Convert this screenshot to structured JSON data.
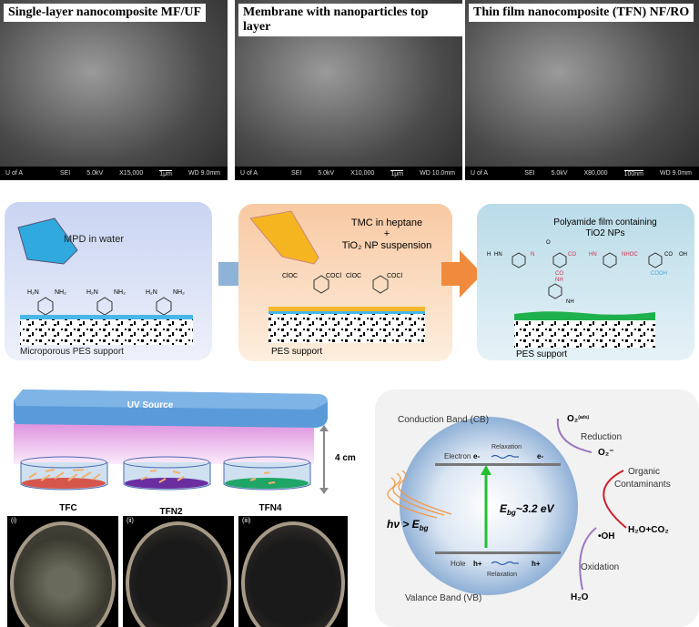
{
  "sem_panels": [
    {
      "title": "Single-layer nanocomposite MF/UF",
      "info": [
        "U of A",
        "SEI",
        "5.0kV",
        "X15,000",
        "1μm",
        "WD 9.0mm"
      ]
    },
    {
      "title": "Membrane with nanoparticles top layer",
      "info": [
        "U of A",
        "SEI",
        "5.0kV",
        "X10,000",
        "1μm",
        "WD 10.0mm"
      ]
    },
    {
      "title": "Thin film nanocomposite (TFN) NF/RO",
      "info": [
        "U of A",
        "SEI",
        "5.0kV",
        "X80,000",
        "100nm",
        "WD 9.0mm"
      ]
    }
  ],
  "synthesis": {
    "step1": {
      "title": "MPD in water",
      "support": "Microporous PES support",
      "group": "NH₂",
      "group2": "H₂N"
    },
    "step2": {
      "title_line1": "TMC in heptane",
      "plus": "+",
      "title_line2": "TiO₂ NP suspension",
      "support": "PES support",
      "group_a": "ClOC",
      "group_b": "COCl"
    },
    "step3": {
      "title_line1": "Polyamide film containing",
      "title_line2": "TiO2 NPs",
      "support": "PES support",
      "chem": [
        "H",
        "HN",
        "N",
        "CO",
        "HN",
        "NHOC",
        "CO",
        "OH",
        "CO",
        "NH",
        "COOH",
        "NH",
        "O"
      ]
    },
    "colors": {
      "step1_bg": "#dfe6f7",
      "step2_bg": "#fbdcc3",
      "step3_bg": "#cfe6ef",
      "arrow1": "#8fb3d6",
      "arrow2": "#f08a3c"
    }
  },
  "uv_test": {
    "source_label": "UV Source",
    "distance": "4 cm",
    "samples": [
      "TFC",
      "TFN2",
      "TFN4"
    ],
    "plate_tags": [
      "(i)",
      "(ii)",
      "(iii)"
    ]
  },
  "photocatalysis": {
    "cb_label": "Conduction Band (CB)",
    "vb_label": "Valance Band (VB)",
    "electron": "Electron",
    "hole": "Hole",
    "e_symbol": "e-",
    "h_symbol": "h+",
    "relaxation": "Relaxation",
    "band_gap": "E",
    "band_gap_sub": "bg",
    "band_gap_value": "~3.2 eV",
    "photon": "hν > E",
    "photon_sub": "bg",
    "o2_ads": "O₂",
    "o2_ads_sup": "(ads)",
    "reduction": "Reduction",
    "superoxide": "O₂⁻",
    "organic1": "Organic",
    "organic2": "Contaminants",
    "products": "H₂O+CO₂",
    "hydroxyl": "•OH",
    "oxidation": "Oxidation",
    "water": "H₂O"
  }
}
